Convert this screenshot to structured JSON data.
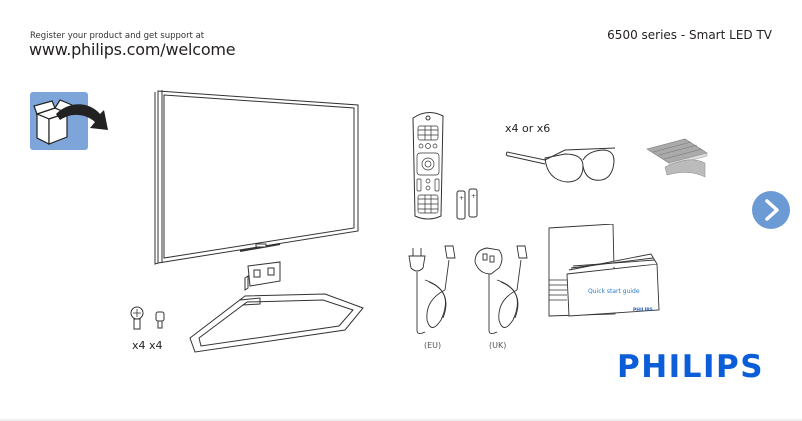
{
  "header": {
    "register_text": "Register your product and get support at",
    "url": "www.philips.com/welcome",
    "series_title": "6500 series - Smart LED TV"
  },
  "contents": {
    "unbox_icon": "unbox-icon",
    "tv": "tv-icon",
    "stand_bracket": "stand-bracket-icon",
    "stand_base": "stand-base-icon",
    "screws": {
      "icon": "screw-icon",
      "qty_label": "x4 x4"
    },
    "remote": "remote-control-icon",
    "batteries": "battery-icon",
    "glasses": {
      "icon": "3d-glasses-icon",
      "qty_label": "x4 or x6"
    },
    "cleaning_cloth": "cleaning-cloth-icon",
    "power_cords": [
      {
        "icon": "eu-power-cord-icon",
        "label": "(EU)"
      },
      {
        "icon": "uk-power-cord-icon",
        "label": "(UK)"
      }
    ],
    "quick_start_guide": {
      "title": "Quick start guide",
      "brand": "PHILIPS"
    }
  },
  "navigation": {
    "next_icon": "chevron-right-icon"
  },
  "brand": {
    "logo_text": "PHILIPS",
    "color": "#0b5ed7",
    "accent": "#6b9ad4",
    "unbox_bg": "#7ea5d9"
  }
}
